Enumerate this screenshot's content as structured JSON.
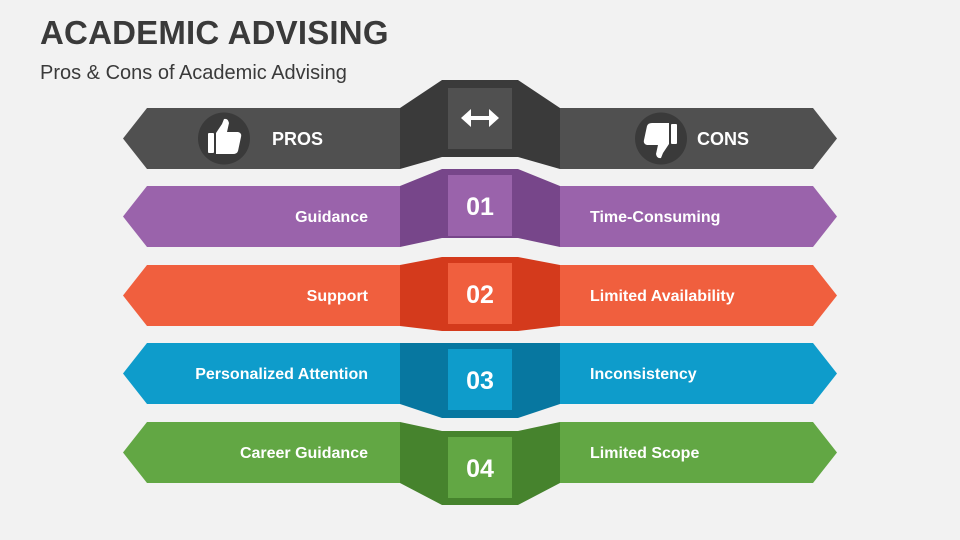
{
  "header": {
    "title": "ACADEMIC ADVISING",
    "subtitle": "Pros & Cons of Academic Advising"
  },
  "columns": {
    "pros_label": "PROS",
    "cons_label": "CONS",
    "pros_icon": "thumbs-up-icon",
    "cons_icon": "thumbs-down-icon",
    "center_icon": "double-arrow-icon",
    "header_color": "#505050",
    "header_dark": "#3a3a3a"
  },
  "rows": [
    {
      "num": "01",
      "pro": "Guidance",
      "con": "Time-Consuming",
      "color": "#9a63ab",
      "dark": "#77468a"
    },
    {
      "num": "02",
      "pro": "Support",
      "con": "Limited Availability",
      "color": "#f05f3e",
      "dark": "#d43a1c"
    },
    {
      "num": "03",
      "pro": "Personalized Attention",
      "con": "Inconsistency",
      "color": "#0e9ccb",
      "dark": "#0777a0"
    },
    {
      "num": "04",
      "pro": "Career Guidance",
      "con": "Limited Scope",
      "color": "#62a744",
      "dark": "#46832d"
    }
  ]
}
